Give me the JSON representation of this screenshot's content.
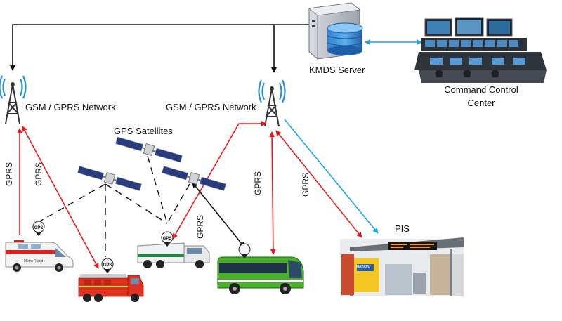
{
  "labels": {
    "server": "KMDS Server",
    "command_center_line1": "Command Control",
    "command_center_line2": "Center",
    "network_left": "GSM / GPRS Network",
    "network_right": "GSM / GPRS Network",
    "gps_satellites": "GPS Satellites",
    "pis": "PIS",
    "gprs_1": "GPRS",
    "gprs_2": "GPRS",
    "gprs_3": "GPRS",
    "gprs_4": "GPRS",
    "gprs_5": "GPRS",
    "gps_tag": "GPS",
    "ambulance_text": "Metro Rapid",
    "bus_sign": "MATATU"
  },
  "colors": {
    "black_links": "#111111",
    "red_links": "#e41e1e",
    "blue_links": "#1aa3e8",
    "tower_blue": "#2b8fd6",
    "bus_green": "#4caf2f"
  },
  "icons": [
    "server-icon",
    "database-icon",
    "tower-icon",
    "satellite-icon",
    "gps-pin-icon",
    "ambulance-icon",
    "fire-truck-icon",
    "garbage-truck-icon",
    "bus-icon",
    "bus-stop-icon",
    "control-room-icon"
  ]
}
